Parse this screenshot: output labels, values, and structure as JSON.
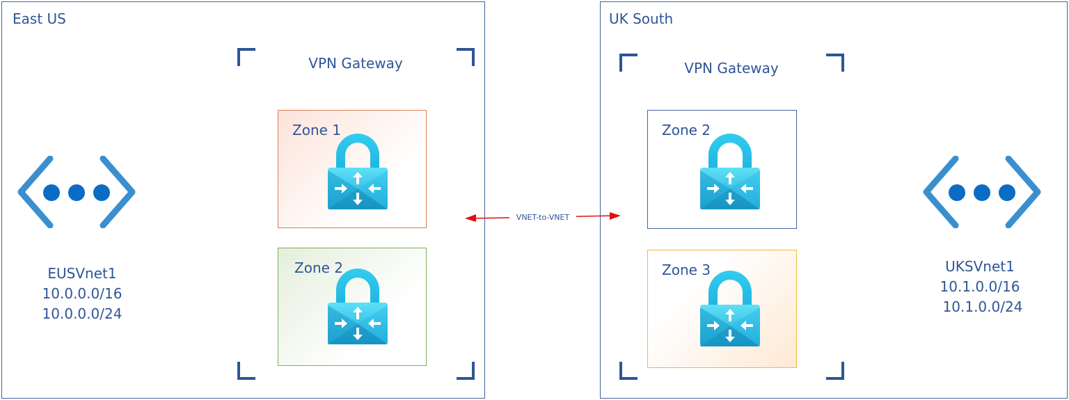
{
  "regions": {
    "east": {
      "title": "East US",
      "gateway_title": "VPN Gateway",
      "zones": [
        {
          "label": "Zone 1",
          "border_color": "#e07a55"
        },
        {
          "label": "Zone 2",
          "border_color": "#7fae5f"
        }
      ],
      "vnet": {
        "name": "EUSVnet1",
        "address_space": "10.0.0.0/16",
        "subnet": "10.0.0.0/24"
      }
    },
    "west": {
      "title": "UK South",
      "gateway_title": "VPN Gateway",
      "zones": [
        {
          "label": "Zone 2",
          "border_color": "#41649a"
        },
        {
          "label": "Zone 3",
          "border_color": "#f0b83c"
        }
      ],
      "vnet": {
        "name": "UKSVnet1",
        "address_space": "10.1.0.0/16",
        "subnet": "10.1.0.0/24"
      }
    }
  },
  "connection": {
    "label": "VNET-to-VNET",
    "color": "#e01010"
  },
  "icons": {
    "gateway": "vpn-gateway-lock-icon",
    "vnet": "virtual-network-icon"
  },
  "colors": {
    "region_border": "#41649a",
    "text": "#2f5597",
    "lock_top": "#29c3ec",
    "vnet_bracket": "#3a8fcf",
    "vnet_dot": "#0a6cc4"
  }
}
